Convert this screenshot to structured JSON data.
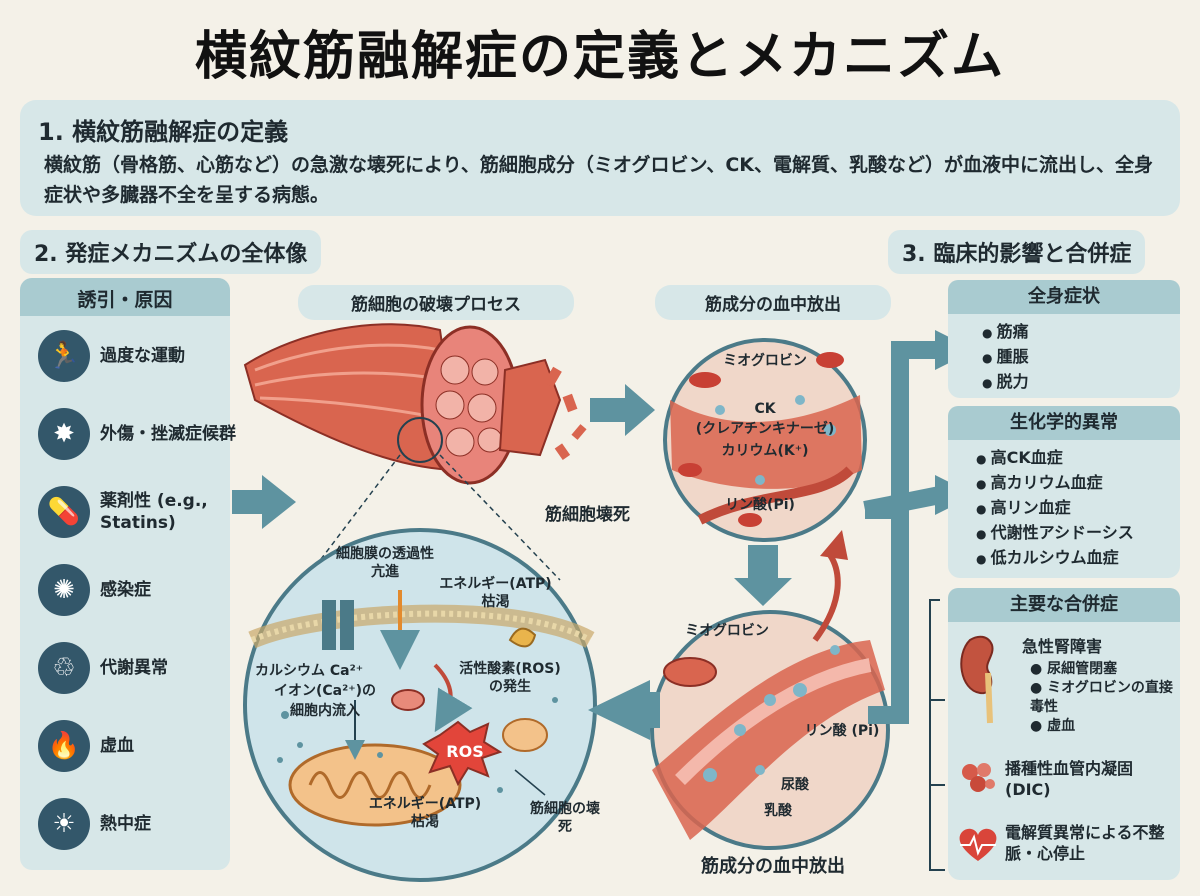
{
  "title": "横紋筋融解症の定義とメカニズム",
  "definition": {
    "heading": "1. 横紋筋融解症の定義",
    "text": "横紋筋（骨格筋、心筋など）の急激な壊死により、筋細胞成分（ミオグロビン、CK、電解質、乳酸など）が血液中に流出し、全身症状や多臓器不全を呈する病態。"
  },
  "mechanism": {
    "heading": "2. 発症メカニズムの全体像",
    "causes_title": "誘引・原因",
    "causes": [
      {
        "icon": "running-person-icon",
        "label": "過度な運動"
      },
      {
        "icon": "crush-injury-icon",
        "label": "外傷・挫滅症候群"
      },
      {
        "icon": "pill-icon",
        "label": "薬剤性 (e.g., Statins)"
      },
      {
        "icon": "virus-icon",
        "label": "感染症"
      },
      {
        "icon": "metabolism-icon",
        "label": "代謝異常"
      },
      {
        "icon": "flame-icon",
        "label": "虚血"
      },
      {
        "icon": "sun-icon",
        "label": "熱中症"
      }
    ],
    "destruction_title": "筋細胞の破壊プロセス",
    "necrosis_label": "筋細胞壊死",
    "cell_labels": {
      "membrane": "細胞膜の透過性亢進",
      "energy_top": "エネルギー(ATP)枯渇",
      "calcium_a": "カルシウム Ca²⁺",
      "calcium_b": "イオン(Ca²⁺)の",
      "calcium_c": "細胞内流入",
      "ros_label": "活性酸素(ROS)の発生",
      "ros": "ROS",
      "energy_bottom": "エネルギー(ATP)枯渇",
      "cell_necrosis": "筋細胞の壊死"
    },
    "release_title": "筋成分の血中放出",
    "release_labels": {
      "myoglobin": "ミオグロビン",
      "ck": "CK",
      "ck_full": "(クレアチンキナーゼ)",
      "potassium": "カリウム(K⁺)",
      "phosphate": "リン酸(Pi)"
    },
    "vessel_labels": {
      "myoglobin": "ミオグロビン",
      "phosphate": "リン酸 (Pi)",
      "uric_acid": "尿酸",
      "lactic_acid": "乳酸"
    },
    "bottom_caption": "筋成分の血中放出"
  },
  "clinical": {
    "heading": "3. 臨床的影響と合併症",
    "systemic": {
      "title": "全身症状",
      "items": [
        "筋痛",
        "腫脹",
        "脱力"
      ]
    },
    "biochemical": {
      "title": "生化学的異常",
      "items": [
        "高CK血症",
        "高カリウム血症",
        "高リン血症",
        "代謝性アシドーシス",
        "低カルシウム血症"
      ]
    },
    "complications": {
      "title": "主要な合併症",
      "aki": {
        "title": "急性腎障害",
        "items": [
          "尿細管閉塞",
          "ミオグロビンの直接毒性",
          "虚血"
        ]
      },
      "dic": "播種性血管内凝固 (DIC)",
      "arrhythmia": "電解質異常による不整脈・心停止"
    }
  },
  "colors": {
    "panel": "#d7e7e8",
    "header": "#a9cbd0",
    "arrow": "#5e93a0",
    "muscle": "#d9654f",
    "icon_bg": "#33576a"
  }
}
